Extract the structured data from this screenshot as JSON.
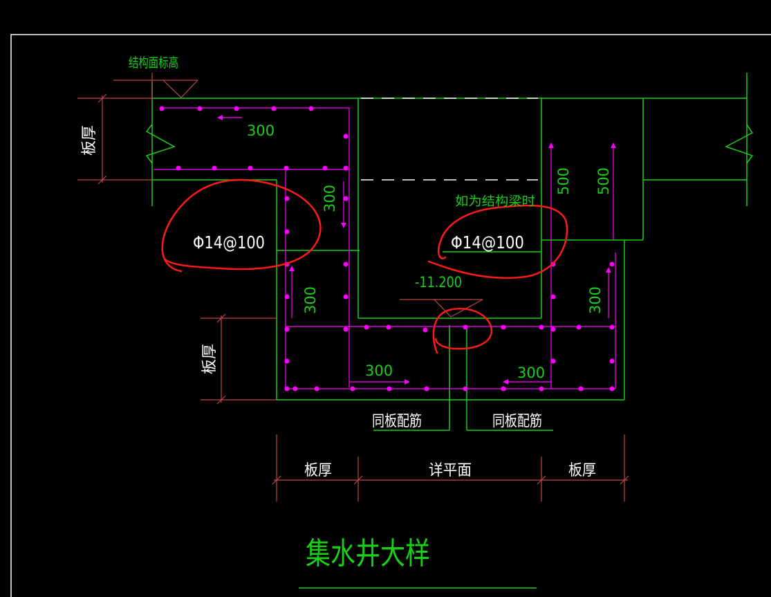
{
  "labels": {
    "top_elevation": "结构面标高",
    "slab_thickness": "板厚",
    "dim_300": "300",
    "dim_500": "500",
    "rebar_spec": "Φ14@100",
    "beam_note": "如为结构梁时",
    "pit_elevation": "-11.200",
    "same_as_slab": "同板配筋",
    "see_plan": "详平面",
    "title": "集水井大样"
  },
  "colors": {
    "background": "#000000",
    "frame": "#ffffff",
    "concrete": "#18d018",
    "rebar": "#ff00ff",
    "dimension": "#c04848",
    "markup": "#ff1a1a"
  }
}
